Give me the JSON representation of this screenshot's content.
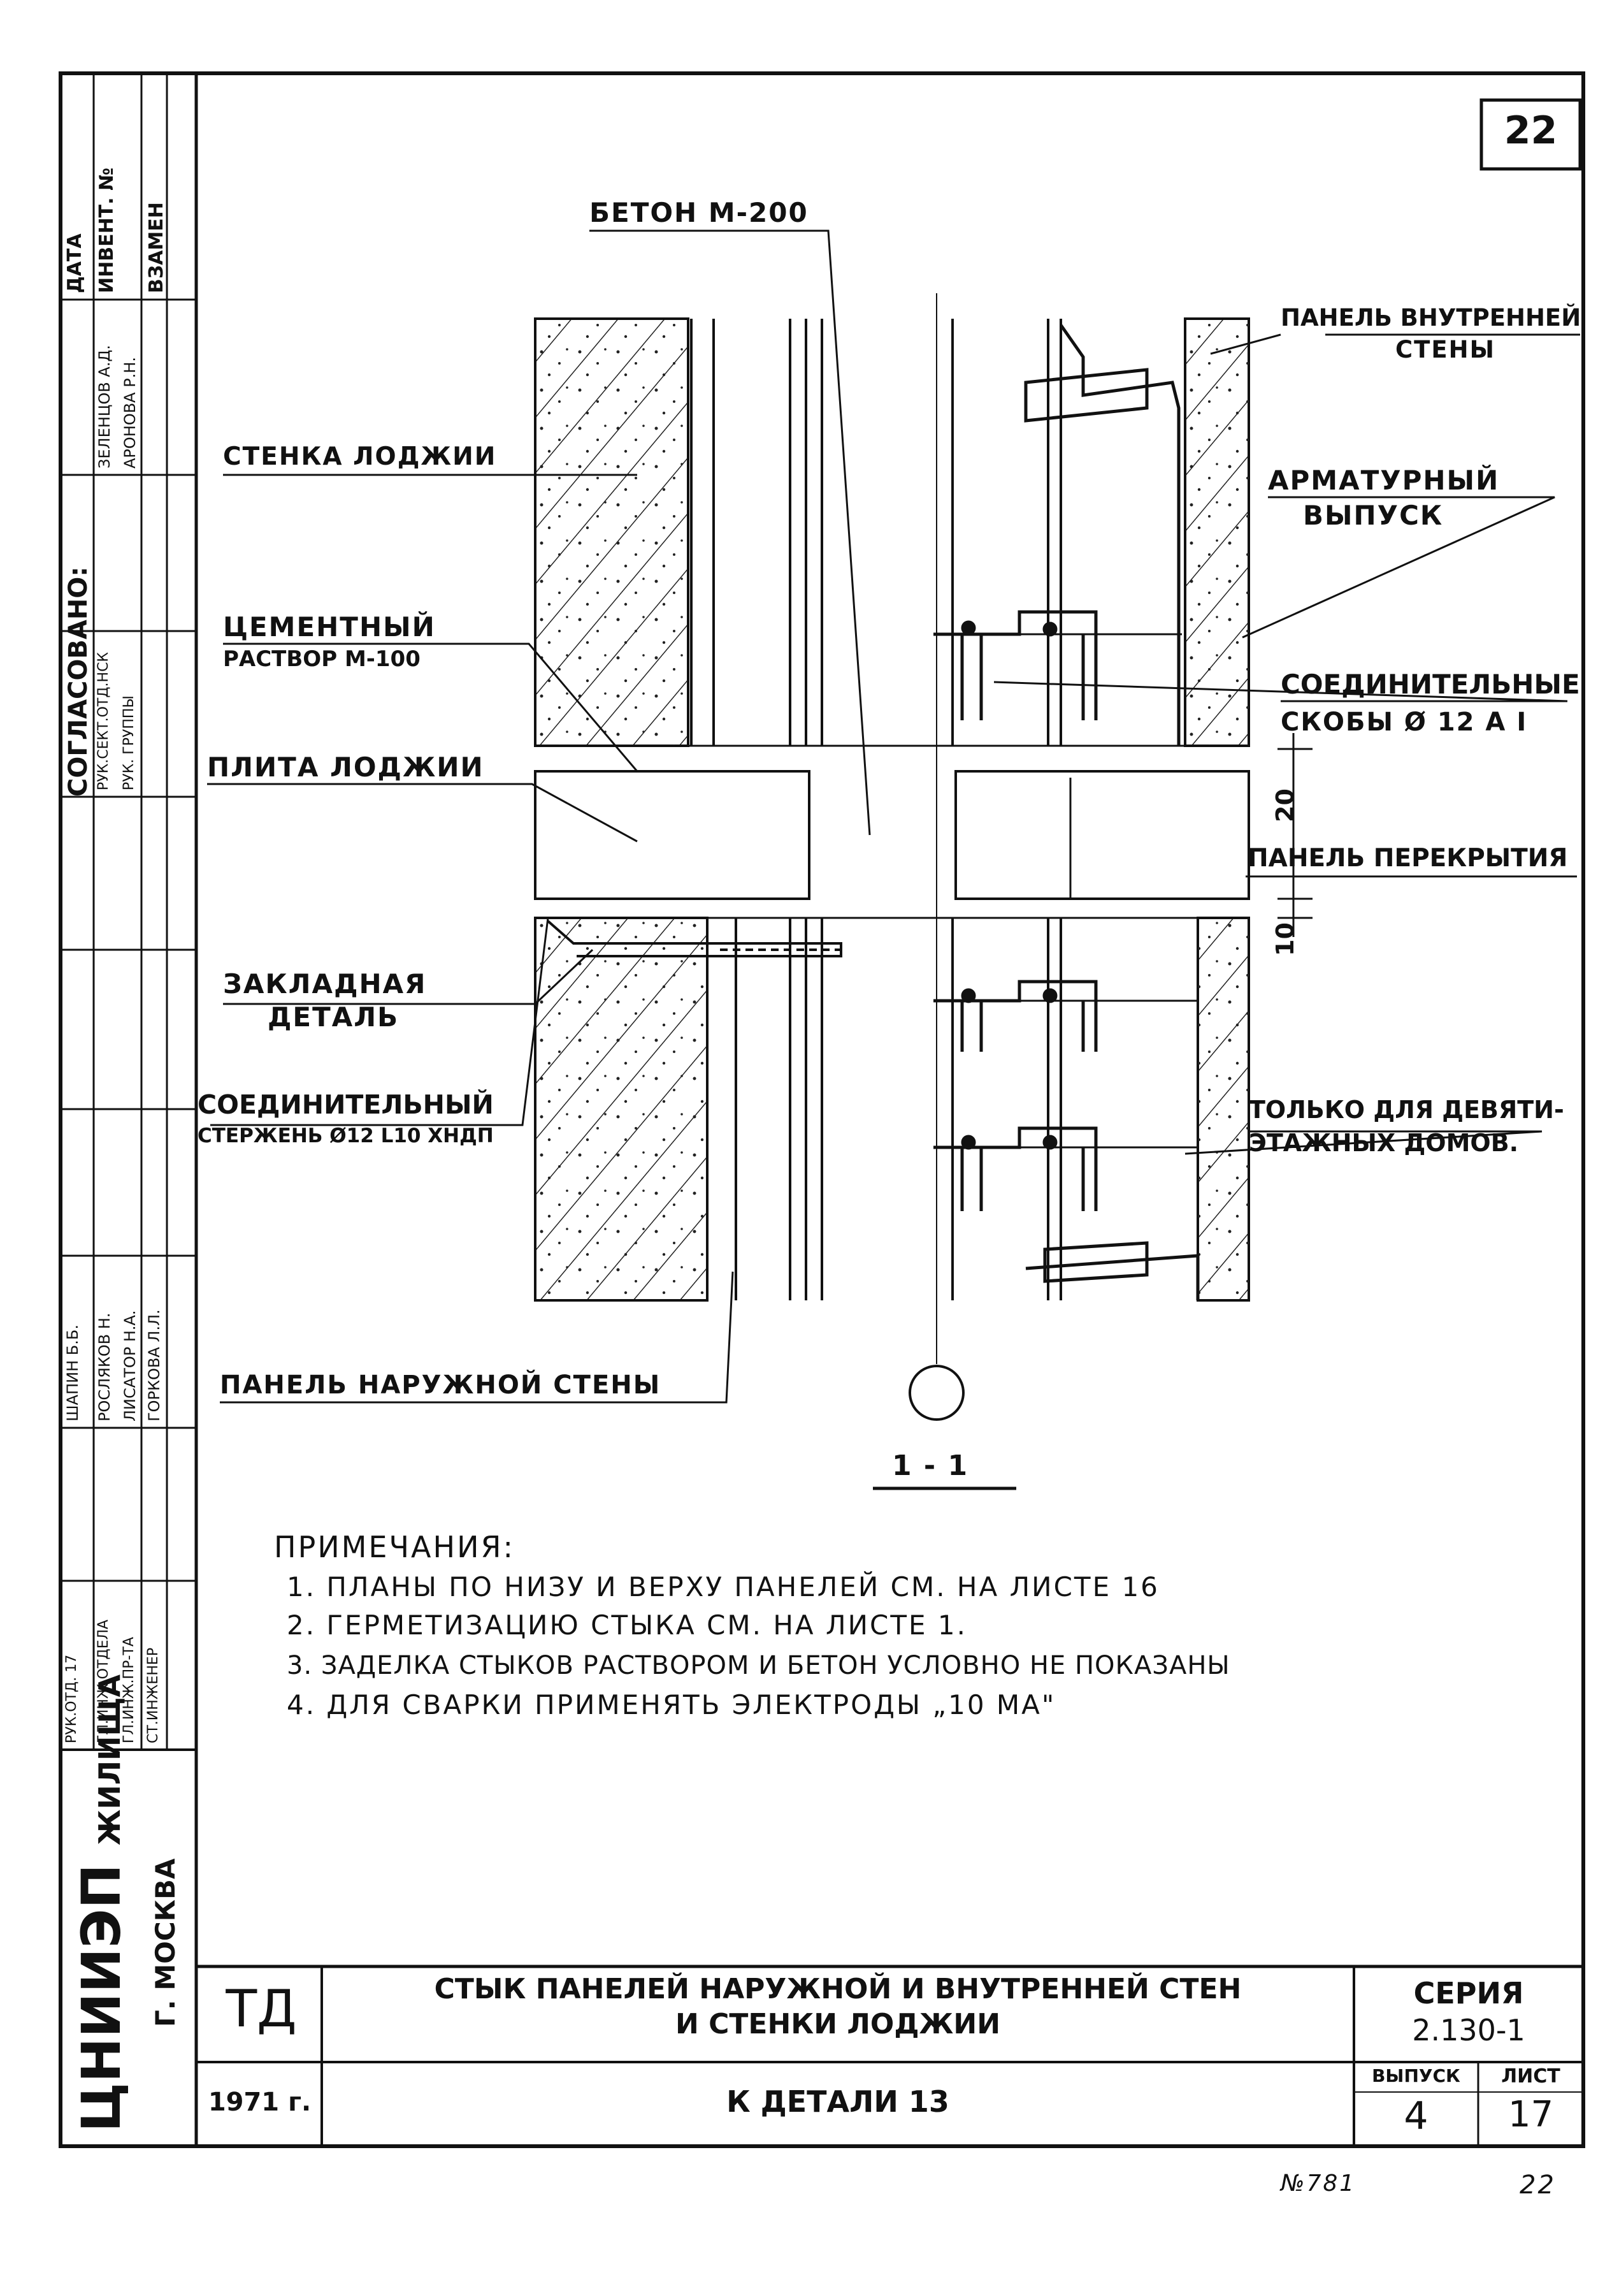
{
  "sheet_number": "22",
  "labels": {
    "beton": "БЕТОН М-200",
    "panel_inner_1": "ПАНЕЛЬ ВНУТРЕННЕЙ",
    "panel_inner_2": "СТЕНЫ",
    "stenka": "СТЕНКА ЛОДЖИИ",
    "armatur_1": "АРМАТУРНЫЙ",
    "armatur_2": "ВЫПУСК",
    "cement_1": "ЦЕМЕНТНЫЙ",
    "cement_2": "РАСТВОР М-100",
    "skoby_1": "СОЕДИНИТЕЛЬНЫЕ",
    "skoby_2": "СКОБЫ  Ø 12 А I",
    "plita": "ПЛИТА ЛОДЖИИ",
    "perekrytie": "ПАНЕЛЬ ПЕРЕКРЫТИЯ",
    "zaklad_1": "ЗАКЛАДНАЯ",
    "zaklad_2": "ДЕТАЛЬ",
    "sterzhen_1": "СОЕДИНИТЕЛЬНЫЙ",
    "sterzhen_2": "СТЕРЖЕНЬ Ø12 L10 ХНДП",
    "tolko_1": "ТОЛЬКО ДЛЯ ДЕВЯТИ-",
    "tolko_2": "ЭТАЖНЫХ  ДОМОВ.",
    "panel_outer": "ПАНЕЛЬ НАРУЖНОЙ СТЕНЫ",
    "dim_20": "20",
    "dim_10": "10",
    "section": "1 - 1"
  },
  "notes": {
    "title": "ПРИМЕЧАНИЯ:",
    "items": [
      "1. ПЛАНЫ  ПО  НИЗУ  И  ВЕРХУ  ПАНЕЛЕЙ  СМ.  НА  ЛИСТЕ  16",
      "2. ГЕРМЕТИЗАЦИЮ  СТЫКА  СМ.  НА  ЛИСТЕ  1.",
      "3. ЗАДЕЛКА  СТЫКОВ  РАСТВОРОМ  И  БЕТОН  УСЛОВНО  НЕ  ПОКАЗАНЫ",
      "4. ДЛЯ  СВАРКИ  ПРИМЕНЯТЬ  ЭЛЕКТРОДЫ  „10 МА\""
    ]
  },
  "stamp": {
    "td": "ТД",
    "title_1": "СТЫК  ПАНЕЛЕЙ  НАРУЖНОЙ  И ВНУТРЕННЕЙ  СТЕН",
    "title_2": "И  СТЕНКИ  ЛОДЖИИ",
    "seria_label": "СЕРИЯ",
    "seria_value": "2.130-1",
    "year": "1971 г.",
    "k_detali": "К  ДЕТАЛИ  13",
    "vypusk_label": "ВЫПУСК",
    "vypusk_value": "4",
    "list_label": "ЛИСТ",
    "list_value": "17"
  },
  "left_block": {
    "org": "ЦНИИЭП",
    "org_suffix": "ЖИЛИЩА",
    "city": "Г. МОСКВА",
    "data": "ДАТА",
    "inv": "ИНВЕНТ. №",
    "vzamen": "ВЗАМЕН",
    "soglasovano": "СОГЛАСОВАНО:",
    "sogl_names": [
      "ЗЕЛЕНЦОВ А.Д.",
      "АРОНОВА Р.Н."
    ],
    "sogl_roles": [
      "РУК.СЕКТ.ОТД.НСК",
      "РУК. ГРУППЫ"
    ],
    "sign_names": [
      "ШАПИН Б.Б.",
      "РОСЛЯКОВ Н.",
      "ЛИСАТОР Н.А.",
      "ГОРКОВА Л.Л."
    ],
    "sign_roles": [
      "РУК.ОТД.  17",
      "ГЛ.ИНЖ.ОТДЕЛА",
      "ГЛ.ИНЖ.ПР-ТА",
      "СТ.ИНЖЕНЕР"
    ]
  },
  "handwritten": {
    "archive_no": "№781",
    "page": "22"
  }
}
